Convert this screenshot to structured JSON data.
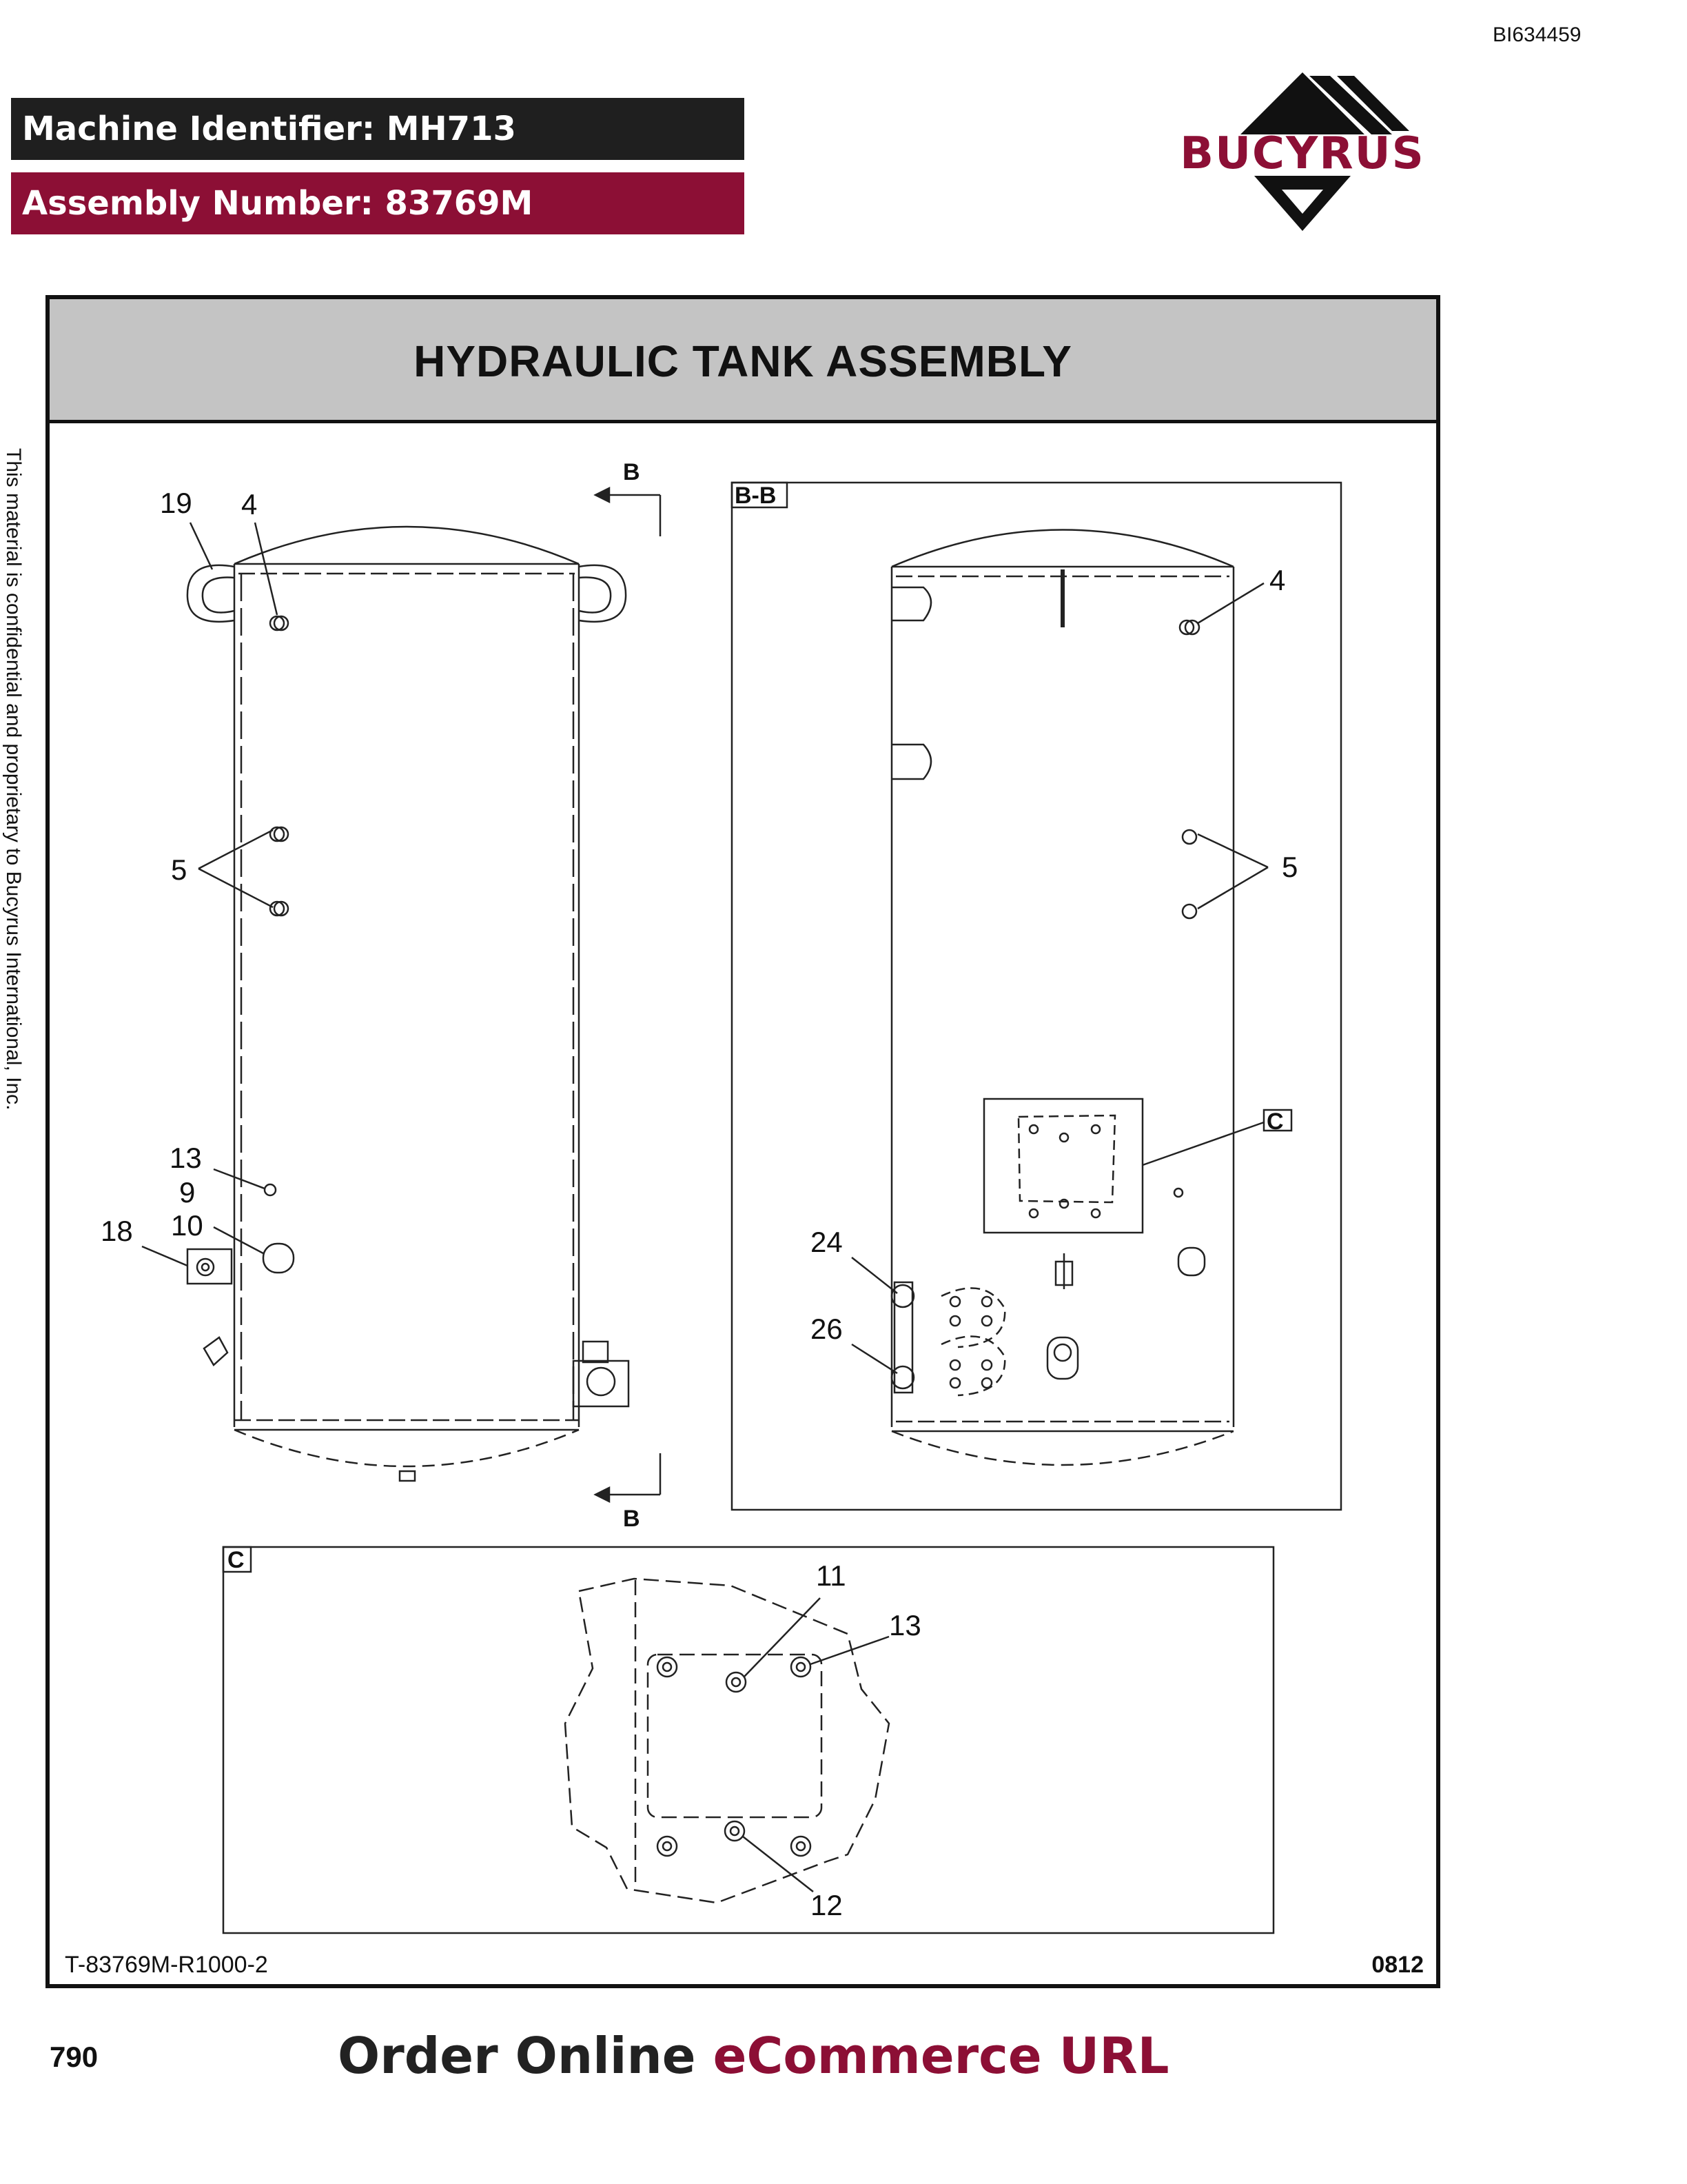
{
  "document_id": "BI634459",
  "header": {
    "machine_identifier": "Machine Identifier: MH713",
    "assembly_number": "Assembly Number: 83769M"
  },
  "logo": {
    "text": "BUCYRUS"
  },
  "title": "HYDRAULIC TANK ASSEMBLY",
  "side_note": "This material is confidential and proprietary to Bucyrus International, Inc.",
  "drawing": {
    "section_marker": "B",
    "view_bb_label": "B-B",
    "detail_c_label": "C",
    "callouts": {
      "c19": "19",
      "c4a": "4",
      "c5a": "5",
      "c13a": "13",
      "c9": "9",
      "c10": "10",
      "c18": "18",
      "c4b": "4",
      "c5b": "5",
      "c24": "24",
      "c26": "26",
      "c11": "11",
      "c13b": "13",
      "c12": "12"
    }
  },
  "footer": {
    "drawing_code": "T-83769M-R1000-2",
    "date_code": "0812",
    "page_number": "790",
    "order_prefix": "Order Online ",
    "order_link": "eCommerce URL"
  }
}
